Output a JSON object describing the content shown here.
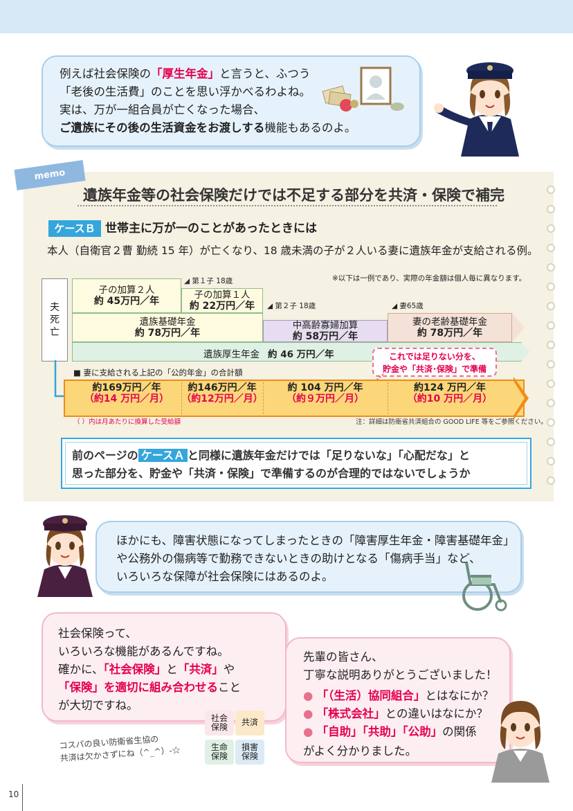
{
  "page_number": "10",
  "intro_bubble": {
    "line1_pre": "例えば社会保険の",
    "line1_highlight": "「厚生年金」",
    "line1_post": "と言うと、ふつう",
    "line2": "「老後の生活費」のことを思い浮かべるわよね。",
    "line3": "実は、万が一組合員が亡くなった場合、",
    "line4_bold": "ご遺族にその後の生活資金をお渡しする",
    "line4_post": "機能もあるのよ。"
  },
  "memo": {
    "ribbon": "memo",
    "title": "遺族年金等の社会保険だけでは不足する部分を共済・保険で補完",
    "case_badge": "ケースＢ",
    "case_title": "世帯主に万が一のことがあったときには",
    "example": "本人（自衛官２曹 勤続 15 年）が亡くなり、18 歳未満の子が２人いる妻に遺族年金が支給される例。",
    "disclaimer": "※以下は一例であり、実際の年金額は個人毎に異なります。",
    "diagram": {
      "death_label": "夫死亡",
      "milestone1": "第１子 18歳",
      "milestone2": "第２子 18歳",
      "milestone3": "妻65歳",
      "child2_line1": "子の加算２人",
      "child2_line2": "約 45万円／年",
      "child1_line1": "子の加算１人",
      "child1_line2": "約 22万円／年",
      "basic_line1": "遺族基礎年金",
      "basic_line2": "約 78万円／年",
      "widow_line1": "中高齢寡婦加算",
      "widow_line2": "約 58万円／年",
      "wife_line1": "妻の老齢基礎年金",
      "wife_line2": "約 78万円／年",
      "kosei_label": "遺族厚生年金",
      "kosei_value": "約 46 万円／年",
      "total_caption": "■ 妻に支給される上記の「公的年金」の合計額",
      "totals": [
        {
          "year": "約169万円／年",
          "month": "（約14 万円／月）"
        },
        {
          "year": "約146万円／年",
          "month": "（約12万円／月）"
        },
        {
          "year": "約 104 万円／年",
          "month": "（約９万円／月）"
        },
        {
          "year": "約124 万円／年",
          "month": "（約10 万円／月）"
        }
      ],
      "callout_line1": "これでは足りない分を、",
      "callout_line2": "貯金や「共済･保険」で準備",
      "foot_left": "（ ）内は月あたりに換算した受給額",
      "foot_right": "注：詳細は防衛省共済組合の GOOD LIFE 等をご参照ください。"
    },
    "summary": {
      "pre": "前のページの",
      "badge": "ケースＡ",
      "post1": "と同様に遺族年金だけでは「足りないな」「心配だな」と",
      "line2": "思った部分を、貯金や「共済・保険」で準備するのが合理的ではないでしょうか"
    }
  },
  "disability_bubble": {
    "line1": "ほかにも、障害状態になってしまったときの「障害厚生年金・障害基礎年金」",
    "line2": "や公務外の傷病等で勤務できないときの助けとなる「傷病手当」など、",
    "line3": "いろいろな保障が社会保険にはあるのよ。"
  },
  "left_pink_bubble": {
    "line1": "社会保険って、",
    "line2": "いろいろな機能があるんですね。",
    "line3_pre": "確かに、",
    "line3_h1": "「社会保険」",
    "line3_mid": "と",
    "line3_h2": "「共済」",
    "line3_post": "や",
    "line4_h": "「保険」を適切に組み合わせる",
    "line4_post": "こと",
    "line5": "が大切ですね。"
  },
  "puzzle": {
    "p1": "社会保険",
    "p2": "共済",
    "p3": "生命保険",
    "p4": "損害保険"
  },
  "handwritten": {
    "line1": "コスパの良い防衛省生協の",
    "line2": "共済は欠かさずにね（^_^）-☆"
  },
  "right_pink_bubble": {
    "line1": "先輩の皆さん、",
    "line2": "丁寧な説明ありがとうございました！",
    "b1_h": "「（生活）協同組合」",
    "b1_post": "とはなにか？",
    "b2_h": "「株式会社」",
    "b2_post": "との違いはなにか？",
    "b3_h": "「自助」「共助」「公助」",
    "b3_post": "の関係",
    "last": "がよく分かりました。"
  }
}
